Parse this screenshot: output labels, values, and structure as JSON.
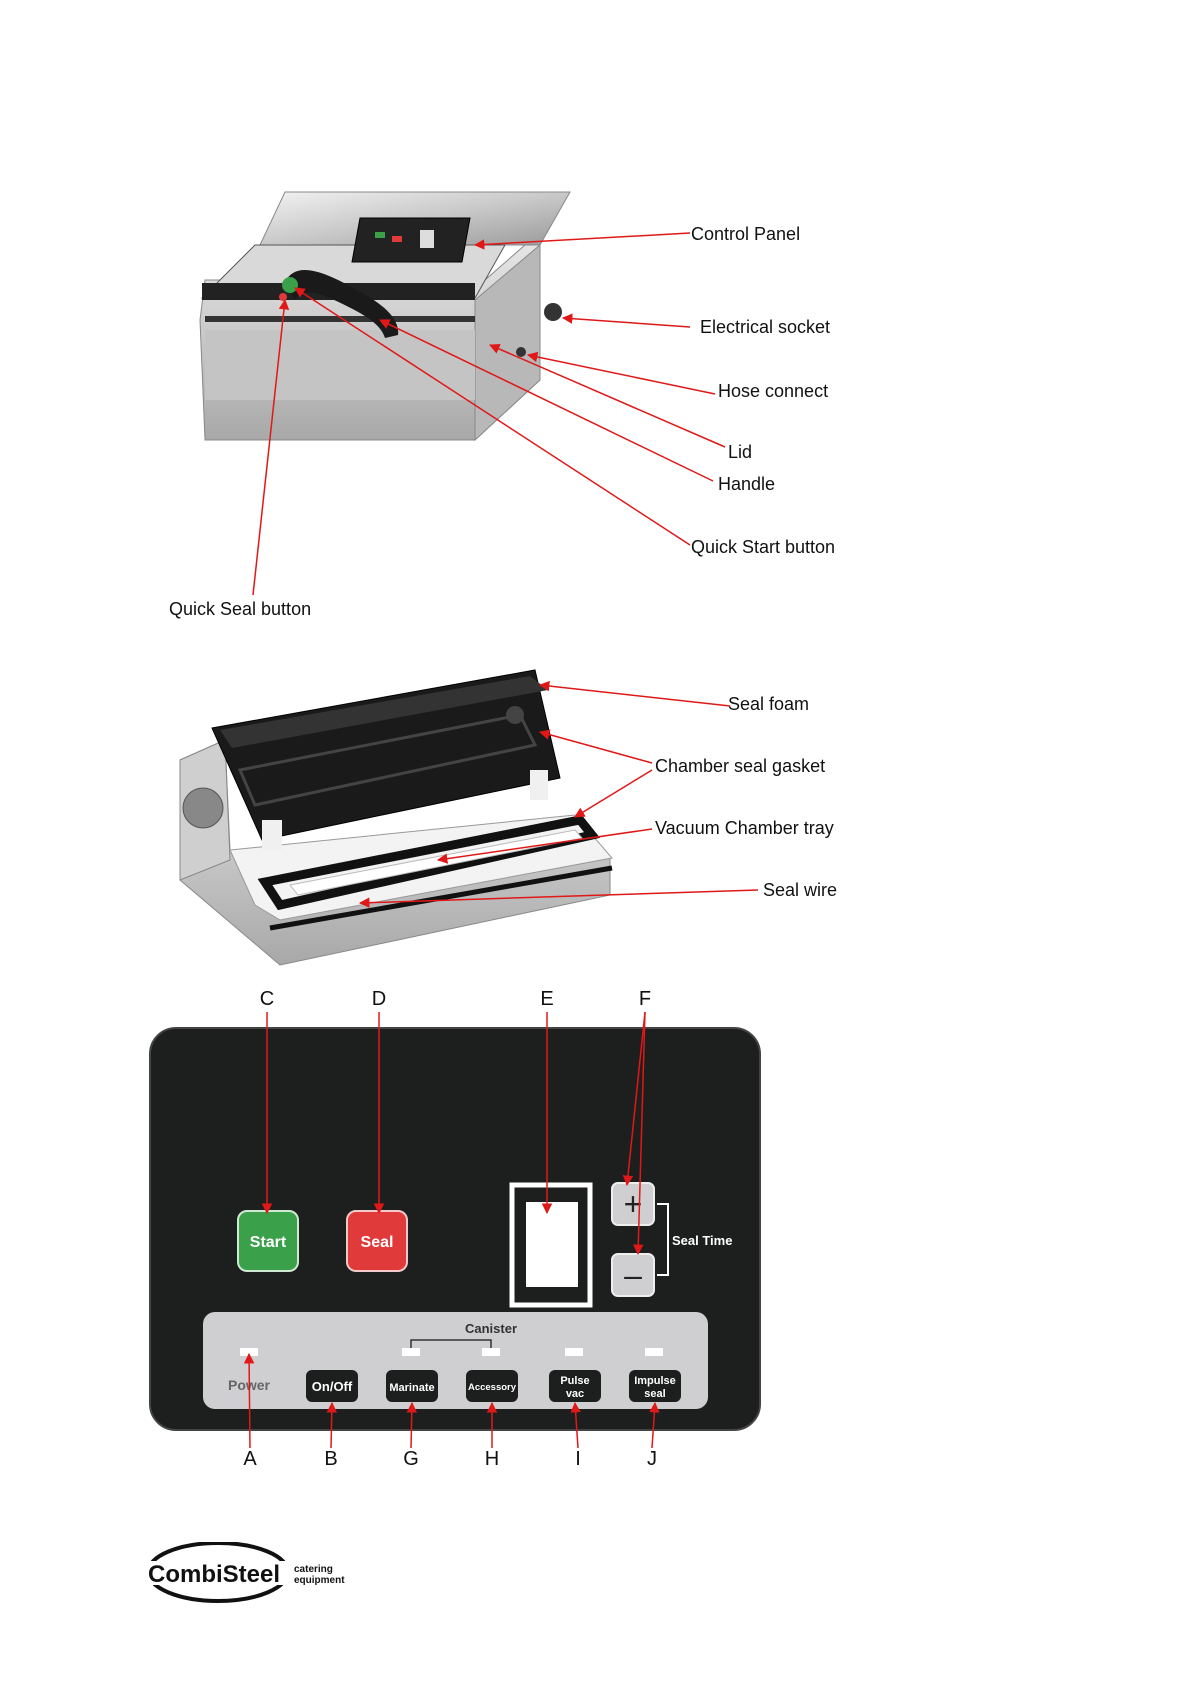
{
  "figure1": {
    "labels": {
      "control_panel": "Control Panel",
      "electrical_socket": "Electrical socket",
      "hose_connect": "Hose connect",
      "lid": "Lid",
      "handle": "Handle",
      "quick_start": "Quick Start button",
      "quick_seal": "Quick Seal button"
    }
  },
  "figure2": {
    "labels": {
      "seal_foam": "Seal foam",
      "chamber_gasket": "Chamber seal gasket",
      "vacuum_tray": "Vacuum Chamber tray",
      "seal_wire": "Seal wire"
    }
  },
  "panel": {
    "top_letters": [
      "C",
      "D",
      "E",
      "F"
    ],
    "bottom_letters": [
      "A",
      "B",
      "G",
      "H",
      "I",
      "J"
    ],
    "start": "Start",
    "seal": "Seal",
    "plus": "+",
    "minus": "–",
    "seal_time": "Seal Time",
    "canister": "Canister",
    "power": "Power",
    "on_off": "On/Off",
    "marinate": "Marinate",
    "accessory": "Accessory",
    "pulse_1": "Pulse",
    "pulse_2": "vac",
    "impulse_1": "Impulse",
    "impulse_2": "seal",
    "colors": {
      "start": "#3aa04a",
      "seal": "#e03a3a",
      "panel": "#1c1f1e",
      "strip": "#cfcfd1"
    }
  },
  "logo": {
    "brand": "CombiSteel",
    "sub_1": "catering",
    "sub_2": "equipment"
  }
}
